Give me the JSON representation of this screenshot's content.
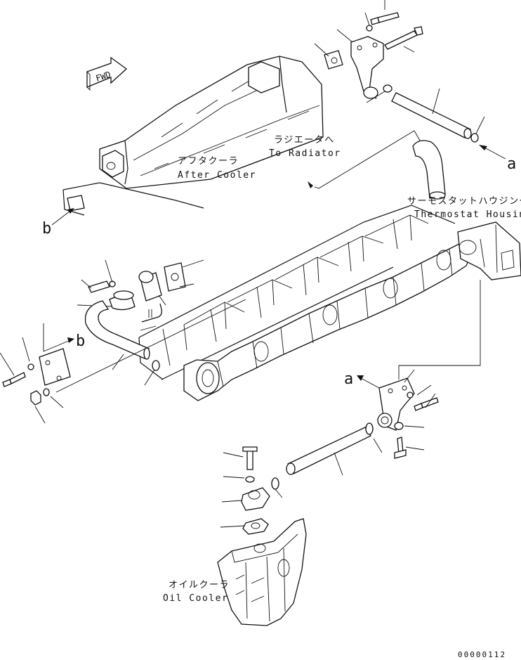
{
  "labels": {
    "fwd": "FWD",
    "after_cooler_ja": "アフタクーラ",
    "after_cooler_en": "After Cooler",
    "radiator_ja": "ラジエータへ",
    "radiator_en": "To Radiator",
    "thermostat_ja": "サーモスタットハウジング",
    "thermostat_en": "Thermostat Housing",
    "oil_cooler_ja": "オイルクーラ",
    "oil_cooler_en": "Oil Cooler",
    "ref_a_top": "a",
    "ref_a_mid": "a",
    "ref_b_left": "b",
    "ref_b_mid": "b"
  },
  "footer": {
    "code": "00000112"
  }
}
